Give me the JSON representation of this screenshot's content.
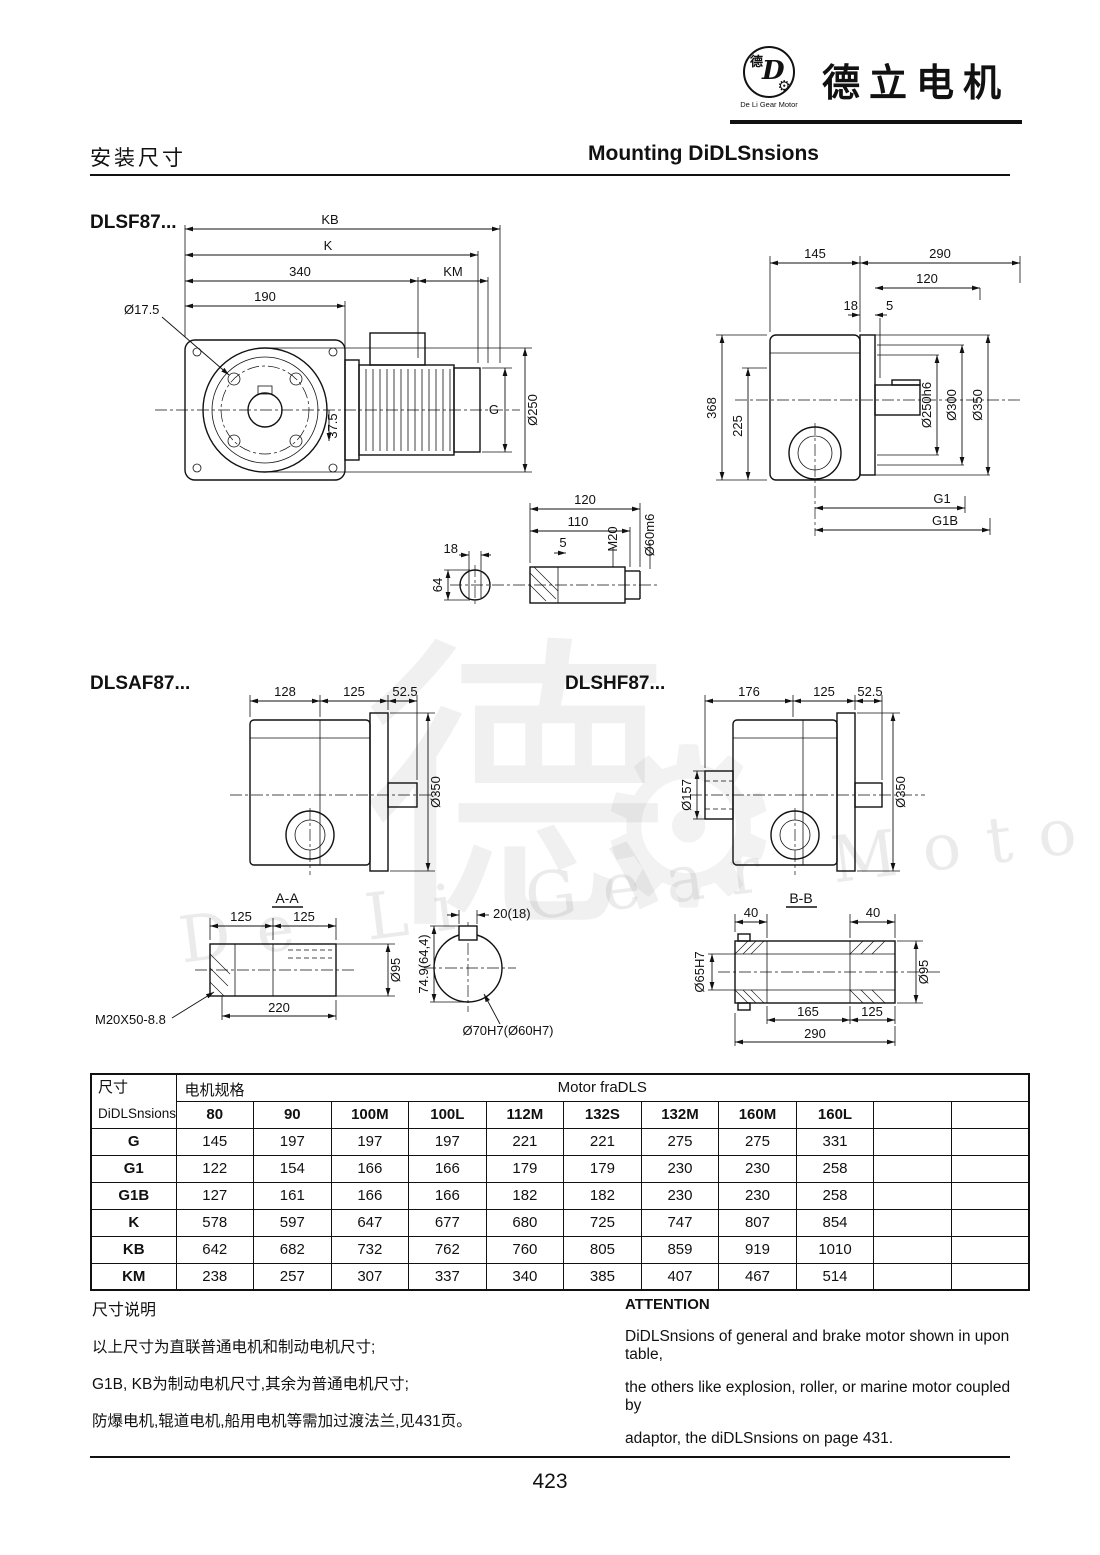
{
  "header": {
    "brand": "德立电机",
    "logo_char": "德",
    "logo_caption": "De Li Gear Motor",
    "title_cn": "安装尺寸",
    "title_en": "Mounting DiDLSnsions"
  },
  "sections": {
    "dlsf_label": "DLSF87...",
    "dlsaf_label": "DLSAF87...",
    "dlshf_label": "DLSHF87..."
  },
  "dims": {
    "front": {
      "kb": "KB",
      "k": "K",
      "l340": "340",
      "km": "KM",
      "l190": "190",
      "d17_5": "Ø17.5",
      "l37_5": "37.5",
      "g": "G",
      "d250": "Ø250"
    },
    "side": {
      "l145": "145",
      "l290": "290",
      "l120": "120",
      "l18": "18",
      "l5": "5",
      "l368": "368",
      "l225": "225",
      "d250h6": "Ø250h6",
      "d300": "Ø300",
      "d350": "Ø350",
      "g1": "G1",
      "g1b": "G1B"
    },
    "shaft": {
      "l120": "120",
      "l110": "110",
      "l18": "18",
      "l5": "5",
      "m20": "M20",
      "d60m6": "Ø60m6",
      "l64": "64"
    },
    "dlsaf": {
      "l128": "128",
      "l125": "125",
      "l52_5": "52.5",
      "d350": "Ø350"
    },
    "dlshf": {
      "l176": "176",
      "l125": "125",
      "l52_5": "52.5",
      "d157": "Ø157",
      "d350": "Ø350"
    },
    "aa": {
      "title": "A-A",
      "l125a": "125",
      "l125b": "125",
      "d95": "Ø95",
      "m20x50": "M20X50-8.8",
      "l220": "220"
    },
    "hub": {
      "l20": "20(18)",
      "l74": "74.9(64,4)",
      "d70": "Ø70H7(Ø60H7)"
    },
    "bb": {
      "title": "B-B",
      "l40a": "40",
      "l40b": "40",
      "d95": "Ø95",
      "d65": "Ø65H7",
      "l165": "165",
      "l125": "125",
      "l290": "290"
    }
  },
  "table": {
    "corner_cn": "尺寸",
    "corner_en": "DiDLSnsions",
    "spec_cn": "电机规格",
    "motor_en": "Motor fraDLS",
    "frames": [
      "80",
      "90",
      "100M",
      "100L",
      "112M",
      "132S",
      "132M",
      "160M",
      "160L",
      "",
      ""
    ],
    "rows": [
      {
        "label": "G",
        "values": [
          "145",
          "197",
          "197",
          "197",
          "221",
          "221",
          "275",
          "275",
          "331",
          "",
          ""
        ]
      },
      {
        "label": "G1",
        "values": [
          "122",
          "154",
          "166",
          "166",
          "179",
          "179",
          "230",
          "230",
          "258",
          "",
          ""
        ]
      },
      {
        "label": "G1B",
        "values": [
          "127",
          "161",
          "166",
          "166",
          "182",
          "182",
          "230",
          "230",
          "258",
          "",
          ""
        ]
      },
      {
        "label": "K",
        "values": [
          "578",
          "597",
          "647",
          "677",
          "680",
          "725",
          "747",
          "807",
          "854",
          "",
          ""
        ]
      },
      {
        "label": "KB",
        "values": [
          "642",
          "682",
          "732",
          "762",
          "760",
          "805",
          "859",
          "919",
          "1010",
          "",
          ""
        ]
      },
      {
        "label": "KM",
        "values": [
          "238",
          "257",
          "307",
          "337",
          "340",
          "385",
          "407",
          "467",
          "514",
          "",
          ""
        ]
      }
    ]
  },
  "notes_cn": {
    "title": "尺寸说明",
    "lines": [
      "以上尺寸为直联普通电机和制动电机尺寸;",
      "G1B, KB为制动电机尺寸,其余为普通电机尺寸;",
      "防爆电机,辊道电机,船用电机等需加过渡法兰,见431页。"
    ]
  },
  "notes_en": {
    "title": "ATTENTION",
    "lines": [
      "DiDLSnsions of general and brake motor shown in upon table,",
      "the others like explosion, roller, or marine motor coupled by",
      "adaptor, the diDLSnsions on page 431."
    ]
  },
  "watermark": {
    "char": "德",
    "text": "De Li Gear Motor"
  },
  "page_number": "423"
}
